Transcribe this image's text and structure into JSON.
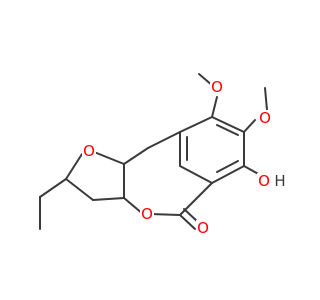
{
  "molecule": {
    "labels": {
      "o_methoxy_top": "O",
      "o_methoxy_right": "O",
      "o_hydroxy": "O",
      "h_hydroxy": "H",
      "o_furan": "O",
      "o_pyran": "O",
      "o_carbonyl": "O"
    },
    "colors": {
      "bond": "#3a3a3a",
      "oxygen": "#ff0000",
      "hydrogen": "#3a3a3a"
    }
  }
}
